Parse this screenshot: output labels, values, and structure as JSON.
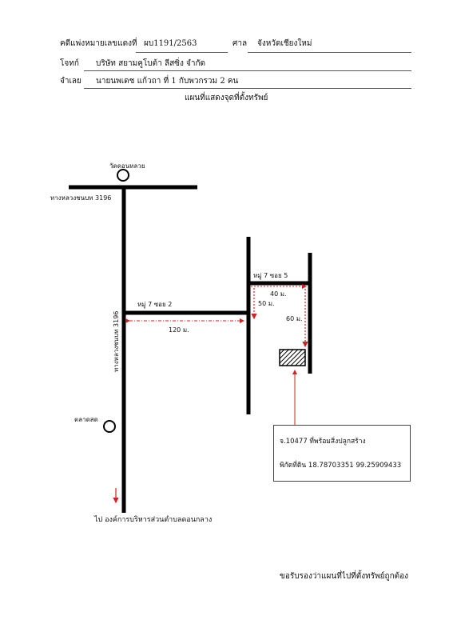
{
  "header": {
    "case_label": "คดีแพ่งหมายเลขแดงที่",
    "case_no": "ผบ1191/2563",
    "court_label": "ศาล",
    "court_name": "จังหวัดเชียงใหม่",
    "plaintiff_label": "โจทก์",
    "plaintiff_name": "บริษัท สยามคูโบต้า ลีสซิ่ง จำกัด",
    "defendant_label": "จำเลย",
    "defendant_name": "นายนพเดช แก้วถา  ที่ 1 กับพวกรวม 2 คน"
  },
  "map": {
    "title": "แผนที่แสดงจุดที่ตั้งทรัพย์",
    "temple_label": "วัดดอนหลวย",
    "road_top_label": "ทางหลวงชนบท 3196",
    "road_vertical_label": "ทางหลวงชนบท 3196",
    "market_label": "ตลาดสด",
    "soi2_label": "หมู่ 7 ซอย 2",
    "soi5_label": "หมู่ 7 ซอย 5",
    "dist_120": "120 ม.",
    "dist_50": "50 ม.",
    "dist_40": "40 ม.",
    "dist_60": "60 ม.",
    "bottom_direction": "ไป องค์การบริหารส่วนตำบลดอนกลาง",
    "line_color": "#000000",
    "marker_color": "#d42020"
  },
  "property_box": {
    "title": "จ.10477 ที่พร้อมสิ่งปลูกสร้าง",
    "coords": "พิกัดที่ดิน 18.78703351 99.25909433"
  },
  "footer": {
    "certify": "ขอรับรองว่าแผนที่ไปที่ตั้งทรัพย์ถูกต้อง"
  }
}
